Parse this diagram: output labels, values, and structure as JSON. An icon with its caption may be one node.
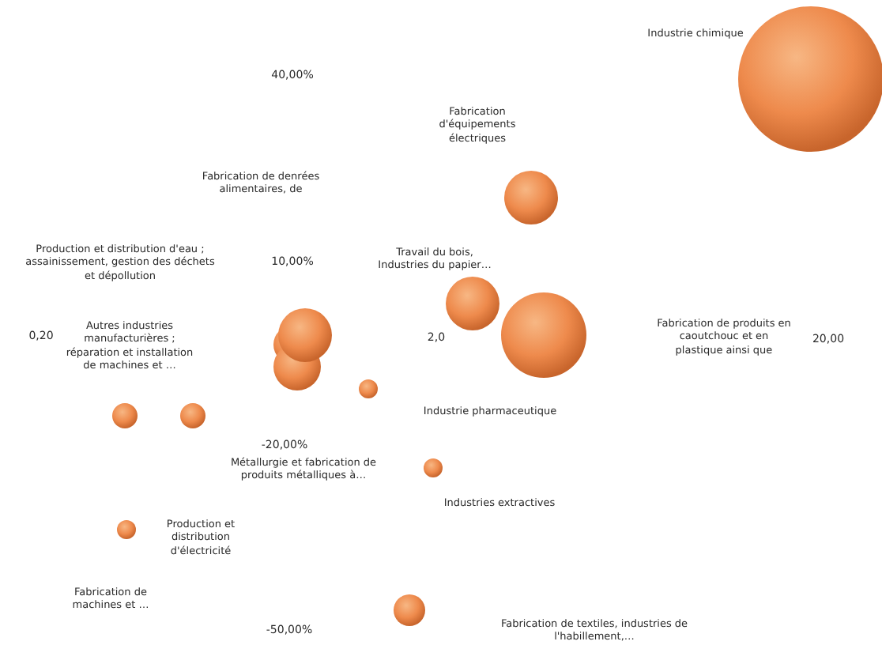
{
  "diagram": {
    "labels": [
      "Industrie chimique",
      "40,00%",
      "Fabrication d'équipements électriques",
      "Fabrication de denrées alimentaires, de",
      "Production et distribution d'eau ; assainissement, gestion des déchets et dépollution",
      "10,00%",
      "Travail du bois, Industries du papier…",
      "Autres industries manufacturières ; réparation et installation de machines et …",
      "0,20",
      "2,0",
      "Fabrication de produits en caoutchouc et en plastique ainsi que",
      "20,00",
      "Industrie pharmaceutique",
      "-20,00%",
      "Métallurgie et fabrication de produits métalliques à…",
      "Industries extractives",
      "Production et distribution d'électricité",
      "Fabrication de machines et …",
      "-50,00%",
      "Fabrication de textiles, industries de l'habillement,…"
    ]
  }
}
